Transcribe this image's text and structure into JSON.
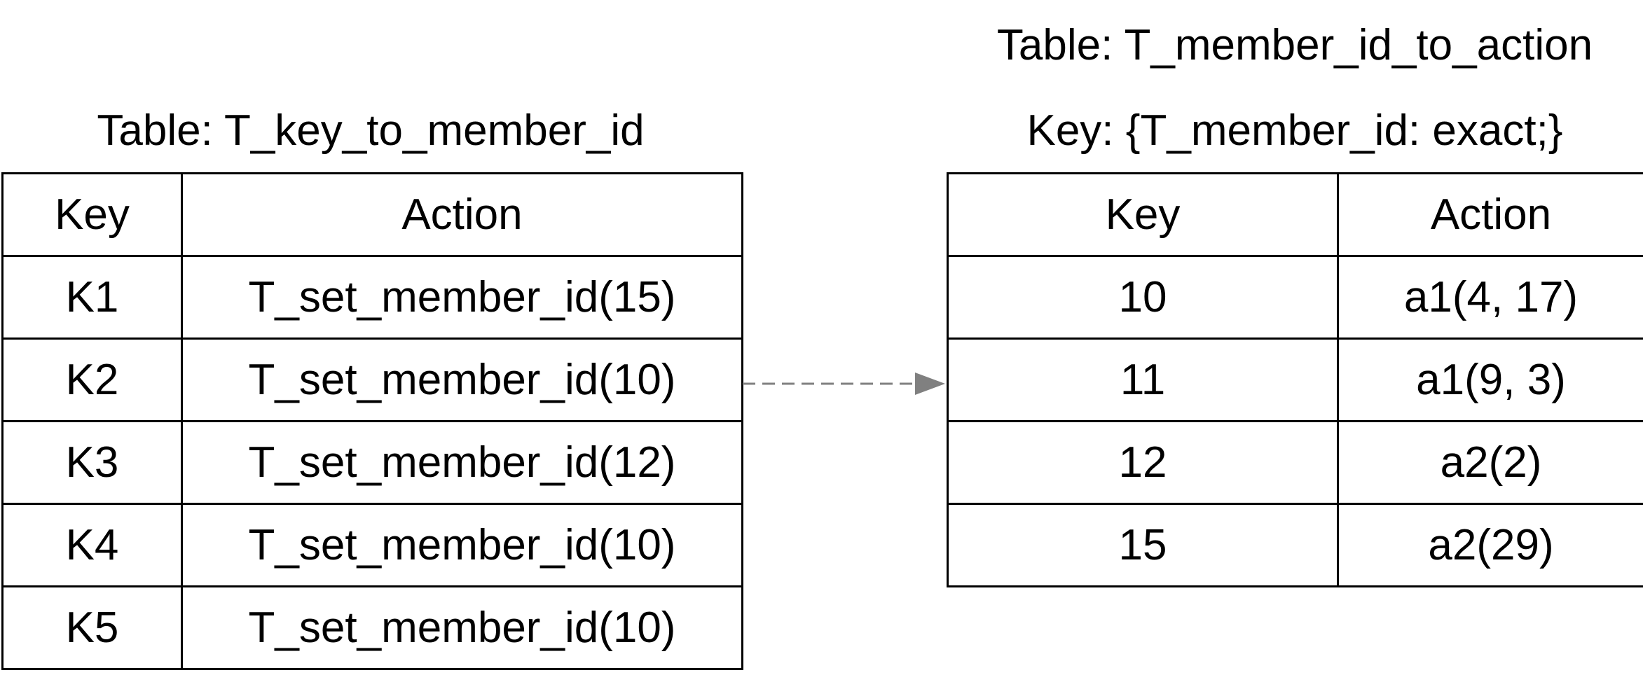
{
  "left_table": {
    "title": "Table: T_key_to_member_id",
    "header": {
      "key": "Key",
      "action": "Action"
    },
    "rows": [
      {
        "key": "K1",
        "action": "T_set_member_id(15)"
      },
      {
        "key": "K2",
        "action": "T_set_member_id(10)"
      },
      {
        "key": "K3",
        "action": "T_set_member_id(12)"
      },
      {
        "key": "K4",
        "action": "T_set_member_id(10)"
      },
      {
        "key": "K5",
        "action": "T_set_member_id(10)"
      }
    ]
  },
  "right_table": {
    "title": "Table: T_member_id_to_action",
    "subtitle": "Key: {T_member_id: exact;}",
    "header": {
      "key": "Key",
      "action": "Action"
    },
    "rows": [
      {
        "key": "10",
        "action": "a1(4, 17)"
      },
      {
        "key": "11",
        "action": "a1(9, 3)"
      },
      {
        "key": "12",
        "action": "a2(2)"
      },
      {
        "key": "15",
        "action": "a2(29)"
      }
    ]
  },
  "connector": {
    "from": "left_table.rows.1",
    "to": "right_table",
    "style": "dashed-arrow",
    "color": "#808080"
  }
}
